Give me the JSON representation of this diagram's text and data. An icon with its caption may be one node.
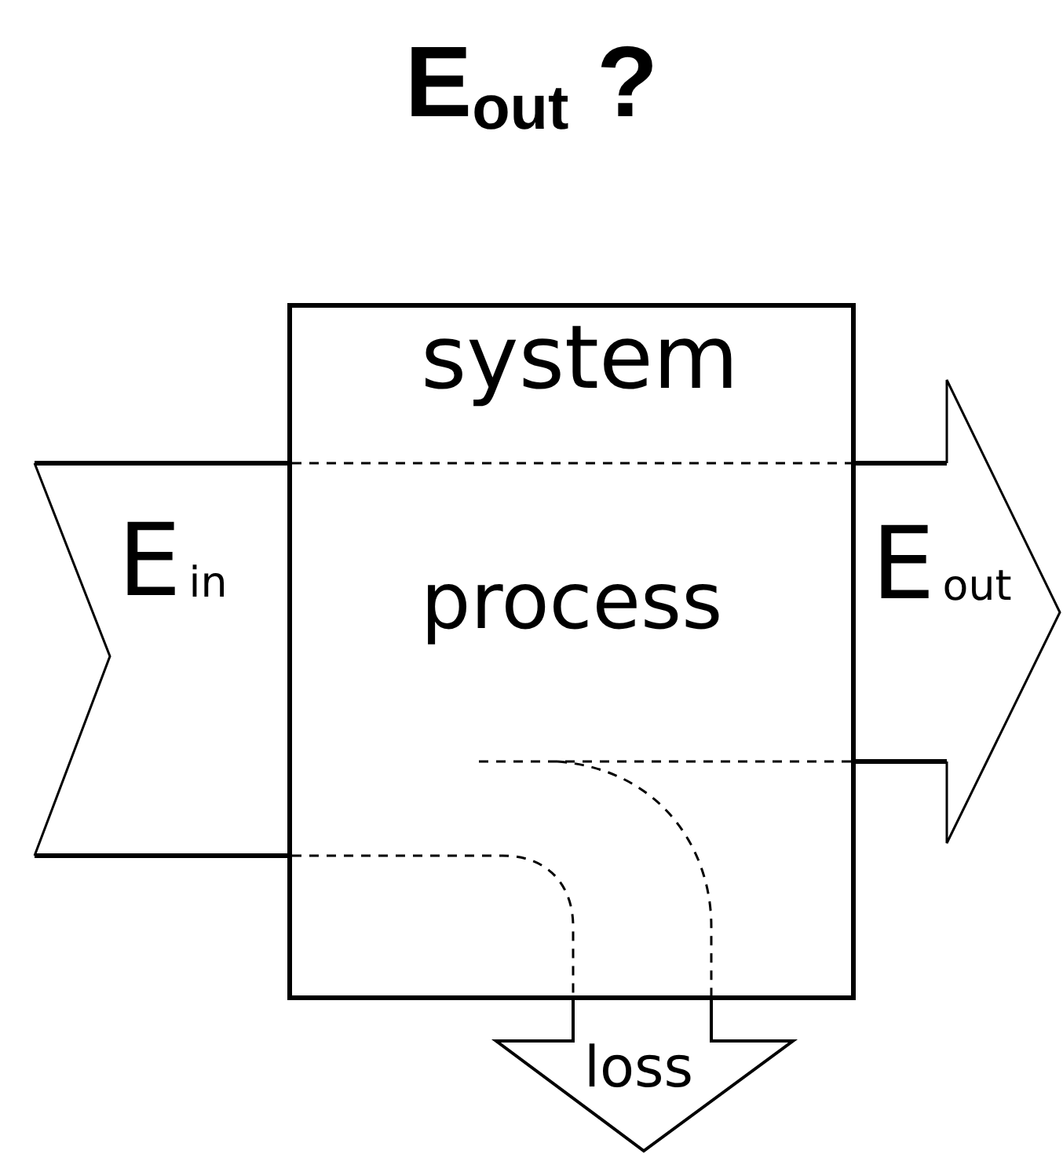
{
  "diagram": {
    "title": "E$_{out}$ ?",
    "nodes": [
      {
        "text": [
          "system",
          "process"
        ]
      },
      {
        "text": [
          "E$_{in}$"
        ]
      },
      {
        "text": [
          "E$_{out}$"
        ]
      },
      {
        "text": [
          "loss"
        ]
      }
    ]
  }
}
